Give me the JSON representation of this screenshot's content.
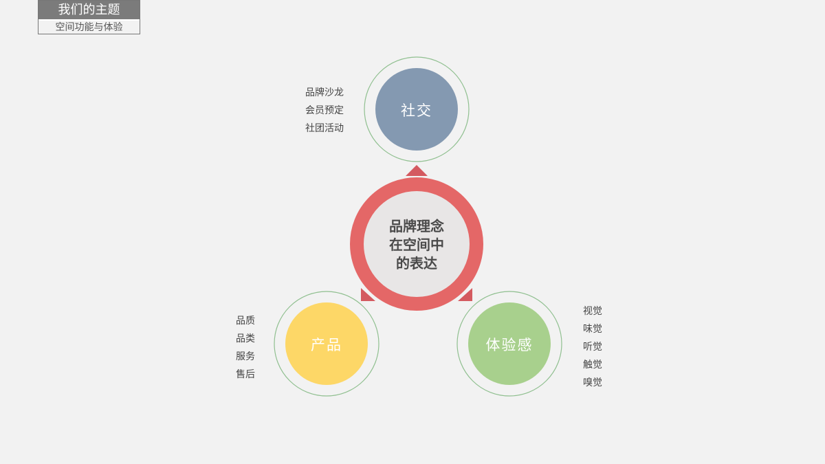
{
  "header": {
    "title": "我们的主题",
    "subtitle": "空间功能与体验"
  },
  "center": {
    "lines": [
      "品牌理念",
      "在空间中",
      "的表达"
    ]
  },
  "nodes": {
    "social": {
      "label": "社交",
      "items": [
        "品牌沙龙",
        "会员预定",
        "社团活动"
      ],
      "color": "#8499b1"
    },
    "product": {
      "label": "产品",
      "items": [
        "品质",
        "品类",
        "服务",
        "售后"
      ],
      "color": "#fdd767"
    },
    "experience": {
      "label": "体验感",
      "items": [
        "视觉",
        "味觉",
        "听觉",
        "触觉",
        "嗅觉"
      ],
      "color": "#a8d08d"
    }
  },
  "colors": {
    "ring": "#e46767",
    "arrow": "#d45a60",
    "outer_ring": "#8fbf8f",
    "center_fill": "#e8e6e6"
  }
}
